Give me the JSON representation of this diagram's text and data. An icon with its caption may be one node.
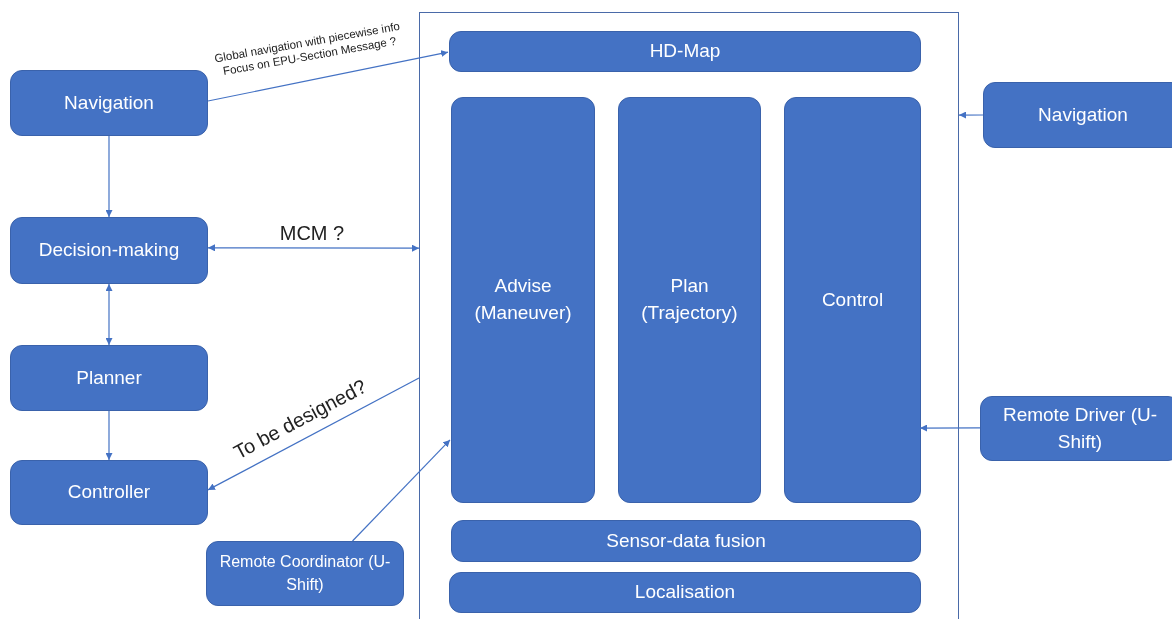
{
  "diagram": {
    "nodes": [
      {
        "text": [
          "Navigation"
        ]
      },
      {
        "text": [
          "Decision-making"
        ]
      },
      {
        "text": [
          "Planner"
        ]
      },
      {
        "text": [
          "Controller"
        ]
      },
      {
        "text": [
          "Remote Coordinator (U-Shift)"
        ]
      },
      {
        "text": [],
        "shape": "box"
      },
      {
        "text": [
          "HD-Map"
        ],
        "in": 5
      },
      {
        "text": [
          "Advise (Maneuver)"
        ],
        "in": 5
      },
      {
        "text": [
          "Plan (Trajectory)"
        ],
        "in": 5
      },
      {
        "text": [
          "Control"
        ],
        "in": 5
      },
      {
        "text": [
          "Sensor-data fusion"
        ],
        "in": 5
      },
      {
        "text": [
          "Localisation"
        ],
        "in": 5
      },
      {
        "text": [
          "Navigation"
        ]
      },
      {
        "text": [
          "Remote Driver (U-Shift)"
        ]
      }
    ],
    "edges": [
      {
        "from": 0,
        "to": 6,
        "arrow": "to",
        "label": "Global navigation with piecewise info Focus on EPU-Section Message ?"
      },
      {
        "from": 0,
        "to": 1,
        "arrow": "to"
      },
      {
        "from": 1,
        "to": 5,
        "arrow": "both",
        "label": "MCM ?"
      },
      {
        "from": 1,
        "to": 2,
        "arrow": "both"
      },
      {
        "from": 2,
        "to": 3,
        "arrow": "to"
      },
      {
        "from": 5,
        "to": 3,
        "arrow": "to",
        "label": "To be designed?"
      },
      {
        "from": 4,
        "to": 7,
        "arrow": "to"
      },
      {
        "from": 12,
        "to": 5,
        "arrow": "to"
      },
      {
        "from": 13,
        "to": 9,
        "arrow": "to"
      }
    ]
  }
}
